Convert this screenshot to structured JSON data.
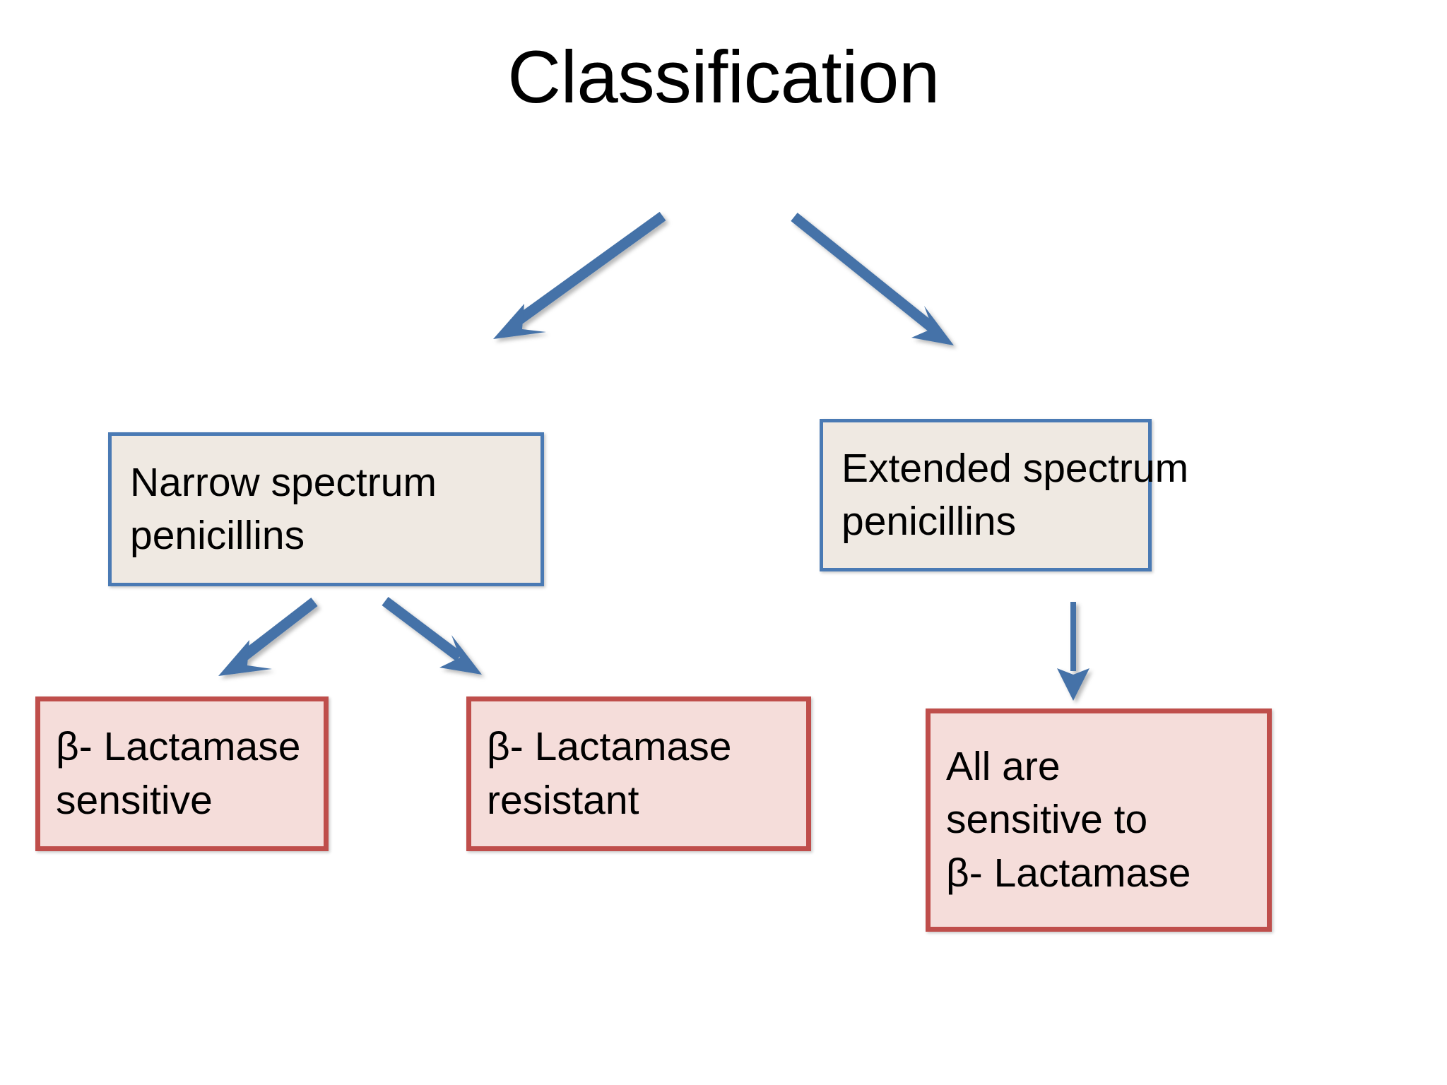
{
  "slide": {
    "title": "Classification",
    "background_color": "#ffffff"
  },
  "palette": {
    "arrow_blue": "#4472a8",
    "box_blue_border": "#4a7ab4",
    "box_blue_fill": "#efe9e2",
    "box_red_border": "#bf4e4b",
    "box_red_fill": "#f5ddda",
    "text_color": "#000000"
  },
  "nodes": {
    "narrow": {
      "id": "narrow-spectrum-penicillins",
      "lines": [
        "Narrow spectrum",
        "penicillins"
      ],
      "style": "blue"
    },
    "extended": {
      "id": "extended-spectrum-penicillins",
      "lines": [
        "Extended spectrum",
        "penicillins"
      ],
      "style": "blue"
    },
    "beta_lactamase_sensitive": {
      "id": "beta-lactamase-sensitive",
      "lines": [
        "β- Lactamase",
        "sensitive"
      ],
      "style": "pink"
    },
    "beta_lactamase_resistant": {
      "id": "beta-lactamase-resistant",
      "lines": [
        "β- Lactamase",
        "resistant"
      ],
      "style": "pink"
    },
    "all_sensitive": {
      "id": "all-are-sensitive-to-beta-lactamase",
      "lines": [
        "All are",
        "sensitive to",
        "β- Lactamase"
      ],
      "style": "pink"
    }
  },
  "connectors": [
    {
      "name": "arrow-title-to-narrow",
      "from": "Classification",
      "to": "Narrow spectrum penicillins",
      "direction": "down-left"
    },
    {
      "name": "arrow-title-to-extended",
      "from": "Classification",
      "to": "Extended spectrum penicillins",
      "direction": "down-right"
    },
    {
      "name": "arrow-narrow-to-sensitive",
      "from": "Narrow spectrum penicillins",
      "to": "β- Lactamase sensitive",
      "direction": "down-left"
    },
    {
      "name": "arrow-narrow-to-resistant",
      "from": "Narrow spectrum penicillins",
      "to": "β- Lactamase resistant",
      "direction": "down-right"
    },
    {
      "name": "arrow-extended-to-all-sensitive",
      "from": "Extended spectrum penicillins",
      "to": "All are sensitive to β- Lactamase",
      "direction": "down"
    }
  ]
}
